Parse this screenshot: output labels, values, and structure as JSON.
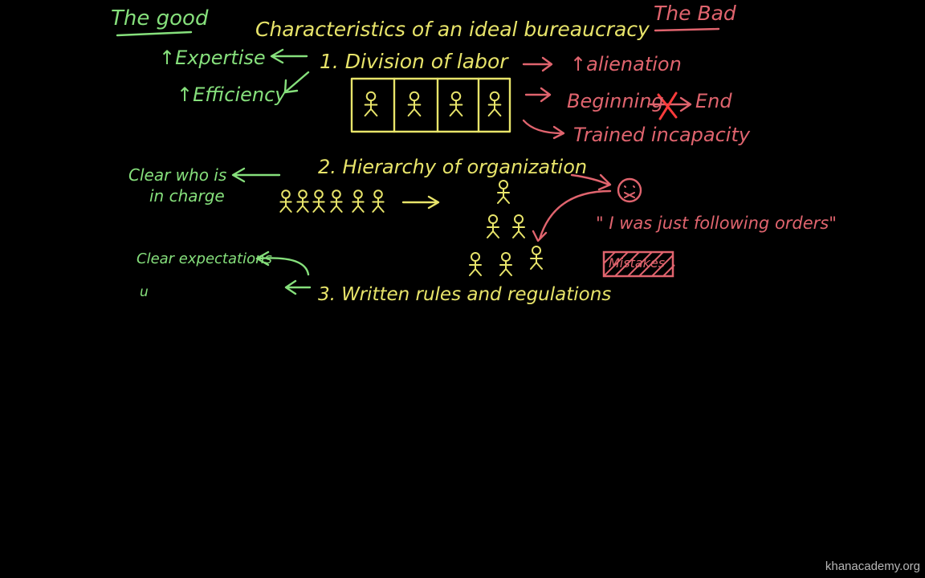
{
  "header": {
    "good": "The good",
    "title": "Characteristics of an ideal bureaucracy",
    "bad": "The Bad"
  },
  "item1": {
    "label": "1. Division of labor",
    "good": [
      "↑Expertise",
      "↑Efficiency"
    ],
    "bad": [
      "↑alienation",
      "Beginning",
      "End",
      "Trained incapacity"
    ]
  },
  "item2": {
    "label": "2. Hierarchy of organization",
    "good_line1": "Clear who is",
    "good_line2": "in charge",
    "bad_quote": "\" I was just following orders\"",
    "bad_box": "Mistakes"
  },
  "item3": {
    "label": "3. Written rules and regulations",
    "good": "Clear expectations",
    "partial": "u"
  },
  "watermark": "khanacademy.org",
  "colors": {
    "yellow": "#e8e46a",
    "green": "#86e07c",
    "red": "#e0646e",
    "background": "#000000"
  }
}
